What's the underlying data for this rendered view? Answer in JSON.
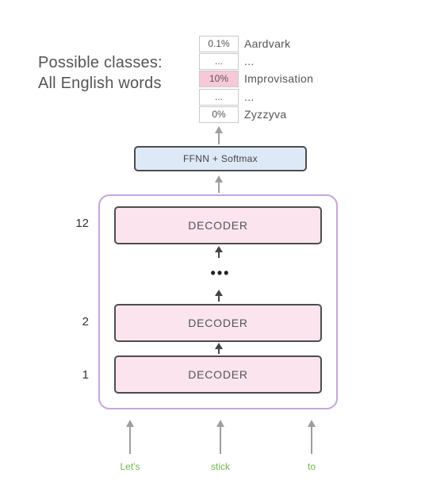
{
  "classes": {
    "line1": "Possible classes:",
    "line2": "All English words"
  },
  "vocab": [
    {
      "prob": "0.1%",
      "word": "Aardvark",
      "highlight": false
    },
    {
      "prob": "...",
      "word": "...",
      "highlight": false
    },
    {
      "prob": "10%",
      "word": "Improvisation",
      "highlight": true
    },
    {
      "prob": "...",
      "word": "...",
      "highlight": false
    },
    {
      "prob": "0%",
      "word": "Zyzzyva",
      "highlight": false
    }
  ],
  "ffnn": {
    "label": "FFNN + Softmax"
  },
  "decoders": [
    {
      "layer": "12",
      "label": "DECODER"
    },
    {
      "layer": "2",
      "label": "DECODER"
    },
    {
      "layer": "1",
      "label": "DECODER"
    }
  ],
  "ellipsis": "•••",
  "inputs": [
    "Let's",
    "stick",
    "to"
  ],
  "colors": {
    "decoder_fill": "#fbe4ee",
    "stack_border": "#c6a5df",
    "ffnn_fill": "#dde9f7",
    "highlight": "#f7c9d8",
    "input_text": "#6fb84a",
    "arrow_gray": "#9e9e9e",
    "arrow_dark": "#444444"
  }
}
